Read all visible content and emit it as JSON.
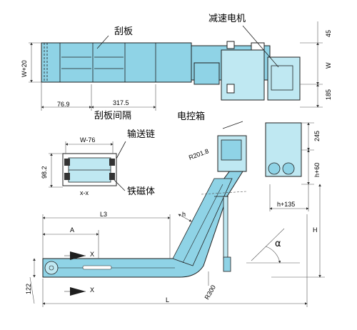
{
  "labels": {
    "scraper": "刮板",
    "reducer_motor": "减速电机",
    "scraper_spacing": "刮板间隔",
    "control_box": "电控箱",
    "conveyor_chain": "输送链",
    "magnet": "铁磁体",
    "section_xx": "x-x"
  },
  "dims": {
    "w_plus_20": "W+20",
    "d_76_9": "76.9",
    "d_317_5": "317.5",
    "d_45": "45",
    "d_w": "W",
    "d_185": "185",
    "d_245": "245",
    "h_plus_60": "h+60",
    "h_plus_135": "h+135",
    "r_201_8": "R201.8",
    "w_minus_76": "W-76",
    "d_98_2": "98.2",
    "l3": "L3",
    "a": "A",
    "h_small": "h",
    "alpha": "α",
    "h_big": "H",
    "r300": "R300",
    "d_122": "122",
    "l": "L",
    "x_mark_1": "X",
    "x_mark_2": "X"
  },
  "colors": {
    "body": "#8fd3e6",
    "body_light": "#bfe8f2",
    "line": "#1f1f1f",
    "dim": "#555555"
  }
}
